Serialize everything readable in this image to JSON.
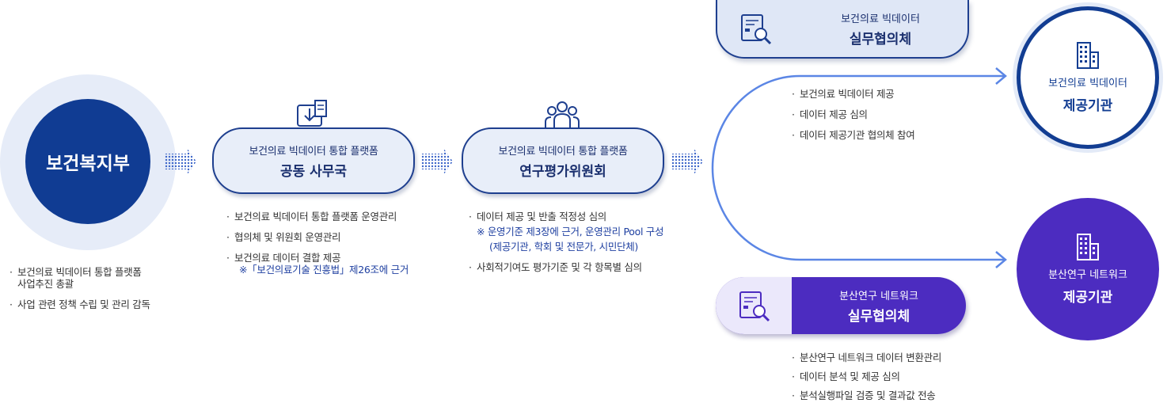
{
  "ministry": {
    "label": "보건복지부",
    "duties": [
      "보건의료 빅데이터 통합 플랫폼\n사업추진 총괄",
      "사업 관련 정책 수립 및 관리 감독"
    ]
  },
  "secretariat": {
    "title_line1": "보건의료 빅데이터 통합 플랫폼",
    "title_line2": "공동 사무국",
    "duties": [
      "보건의료 빅데이터 통합 플랫폼 운영관리",
      "협의체 및 위원회 운영관리",
      "보건의료 데이터 결합 제공"
    ],
    "note": "※「보건의료기술 진흥법」제26조에 근거"
  },
  "committee": {
    "title_line1": "보건의료 빅데이터 통합 플랫폼",
    "title_line2": "연구평가위원회",
    "duty1": "데이터 제공 및 반출 적정성 심의",
    "note_line1": "※ 운영기준 제3장에 근거, 운영관리 Pool 구성",
    "note_line2": "(제공기관, 학회 및 전문가, 시민단체)",
    "duty2": "사회적기여도 평가기준 및 각 항목별 심의"
  },
  "group_bigdata": {
    "title_line1": "보건의료 빅데이터",
    "title_line2": "실무협의체",
    "duties": [
      "보건의료 빅데이터 제공",
      "데이터 제공 심의",
      "데이터 제공기관 협의체 참여"
    ]
  },
  "group_distributed": {
    "title_line1": "분산연구 네트워크",
    "title_line2": "실무협의체",
    "duties": [
      "분산연구 네트워크 데이터 변환관리",
      "데이터 분석 및 제공 심의",
      "분석실행파일 검증 및 결과값 전송"
    ]
  },
  "provider_bigdata": {
    "title_line1": "보건의료 빅데이터",
    "title_line2": "제공기관"
  },
  "provider_distributed": {
    "title_line1": "분산연구 네트워크",
    "title_line2": "제공기관"
  },
  "colors": {
    "navy": "#103c93",
    "purple": "#4c2cc0",
    "light_blue": "#e6ecf8",
    "arrow_blue": "#5b86e5"
  }
}
